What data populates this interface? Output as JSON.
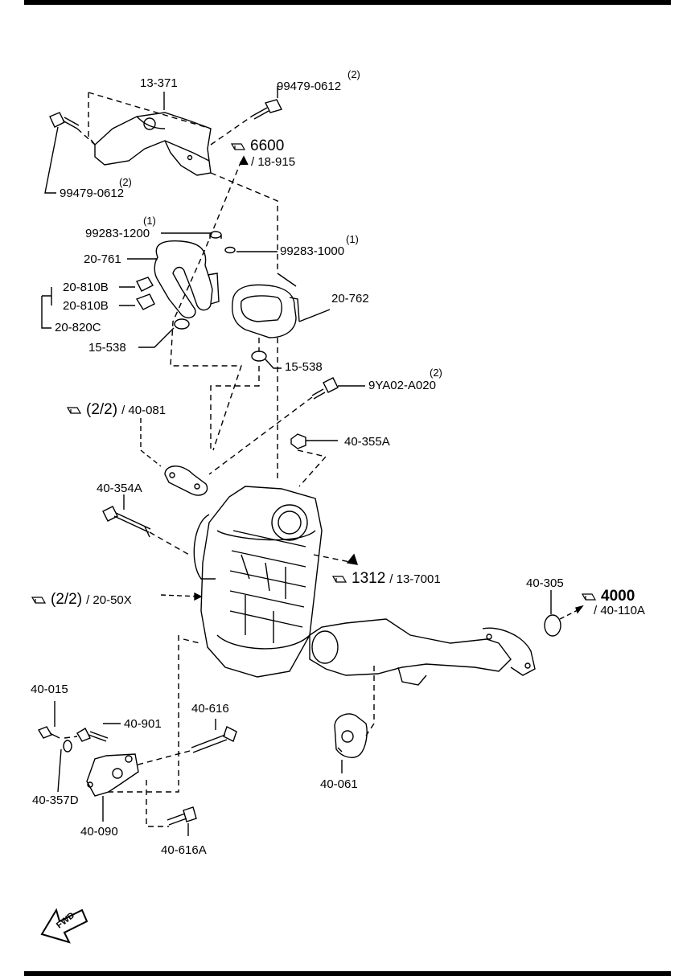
{
  "parts": {
    "p13_371": "13-371",
    "p99479_top": "99479-0612",
    "p99479_top_qty": "(2)",
    "p99479_left": "99479-0612",
    "p99479_left_qty": "(2)",
    "p99283_1200": "99283-1200",
    "p99283_1200_qty": "(1)",
    "p99283_1000": "99283-1000",
    "p99283_1000_qty": "(1)",
    "p20_761": "20-761",
    "p20_810b_a": "20-810B",
    "p20_810b_b": "20-810B",
    "p20_820c": "20-820C",
    "p15_538_a": "15-538",
    "p15_538_b": "15-538",
    "p20_762": "20-762",
    "p9ya02": "9YA02-A020",
    "p9ya02_qty": "(2)",
    "p40_355a": "40-355A",
    "p40_354a": "40-354A",
    "p40_305": "40-305",
    "p40_015": "40-015",
    "p40_901": "40-901",
    "p40_616": "40-616",
    "p40_357d": "40-357D",
    "p40_090": "40-090",
    "p40_616a": "40-616A",
    "p40_061": "40-061"
  },
  "refs": {
    "r6600_big": "6600",
    "r6600_small": "/ 18-915",
    "r40081_big": "(2/2)",
    "r40081_small": "/ 40-081",
    "r1312_big": "1312",
    "r1312_small": "/ 13-7001",
    "r20_50x_big": "(2/2)",
    "r20_50x_small": "/ 20-50X",
    "r4000_big": "4000",
    "r4000_small": "/ 40-110A"
  },
  "fwd": "FWD"
}
